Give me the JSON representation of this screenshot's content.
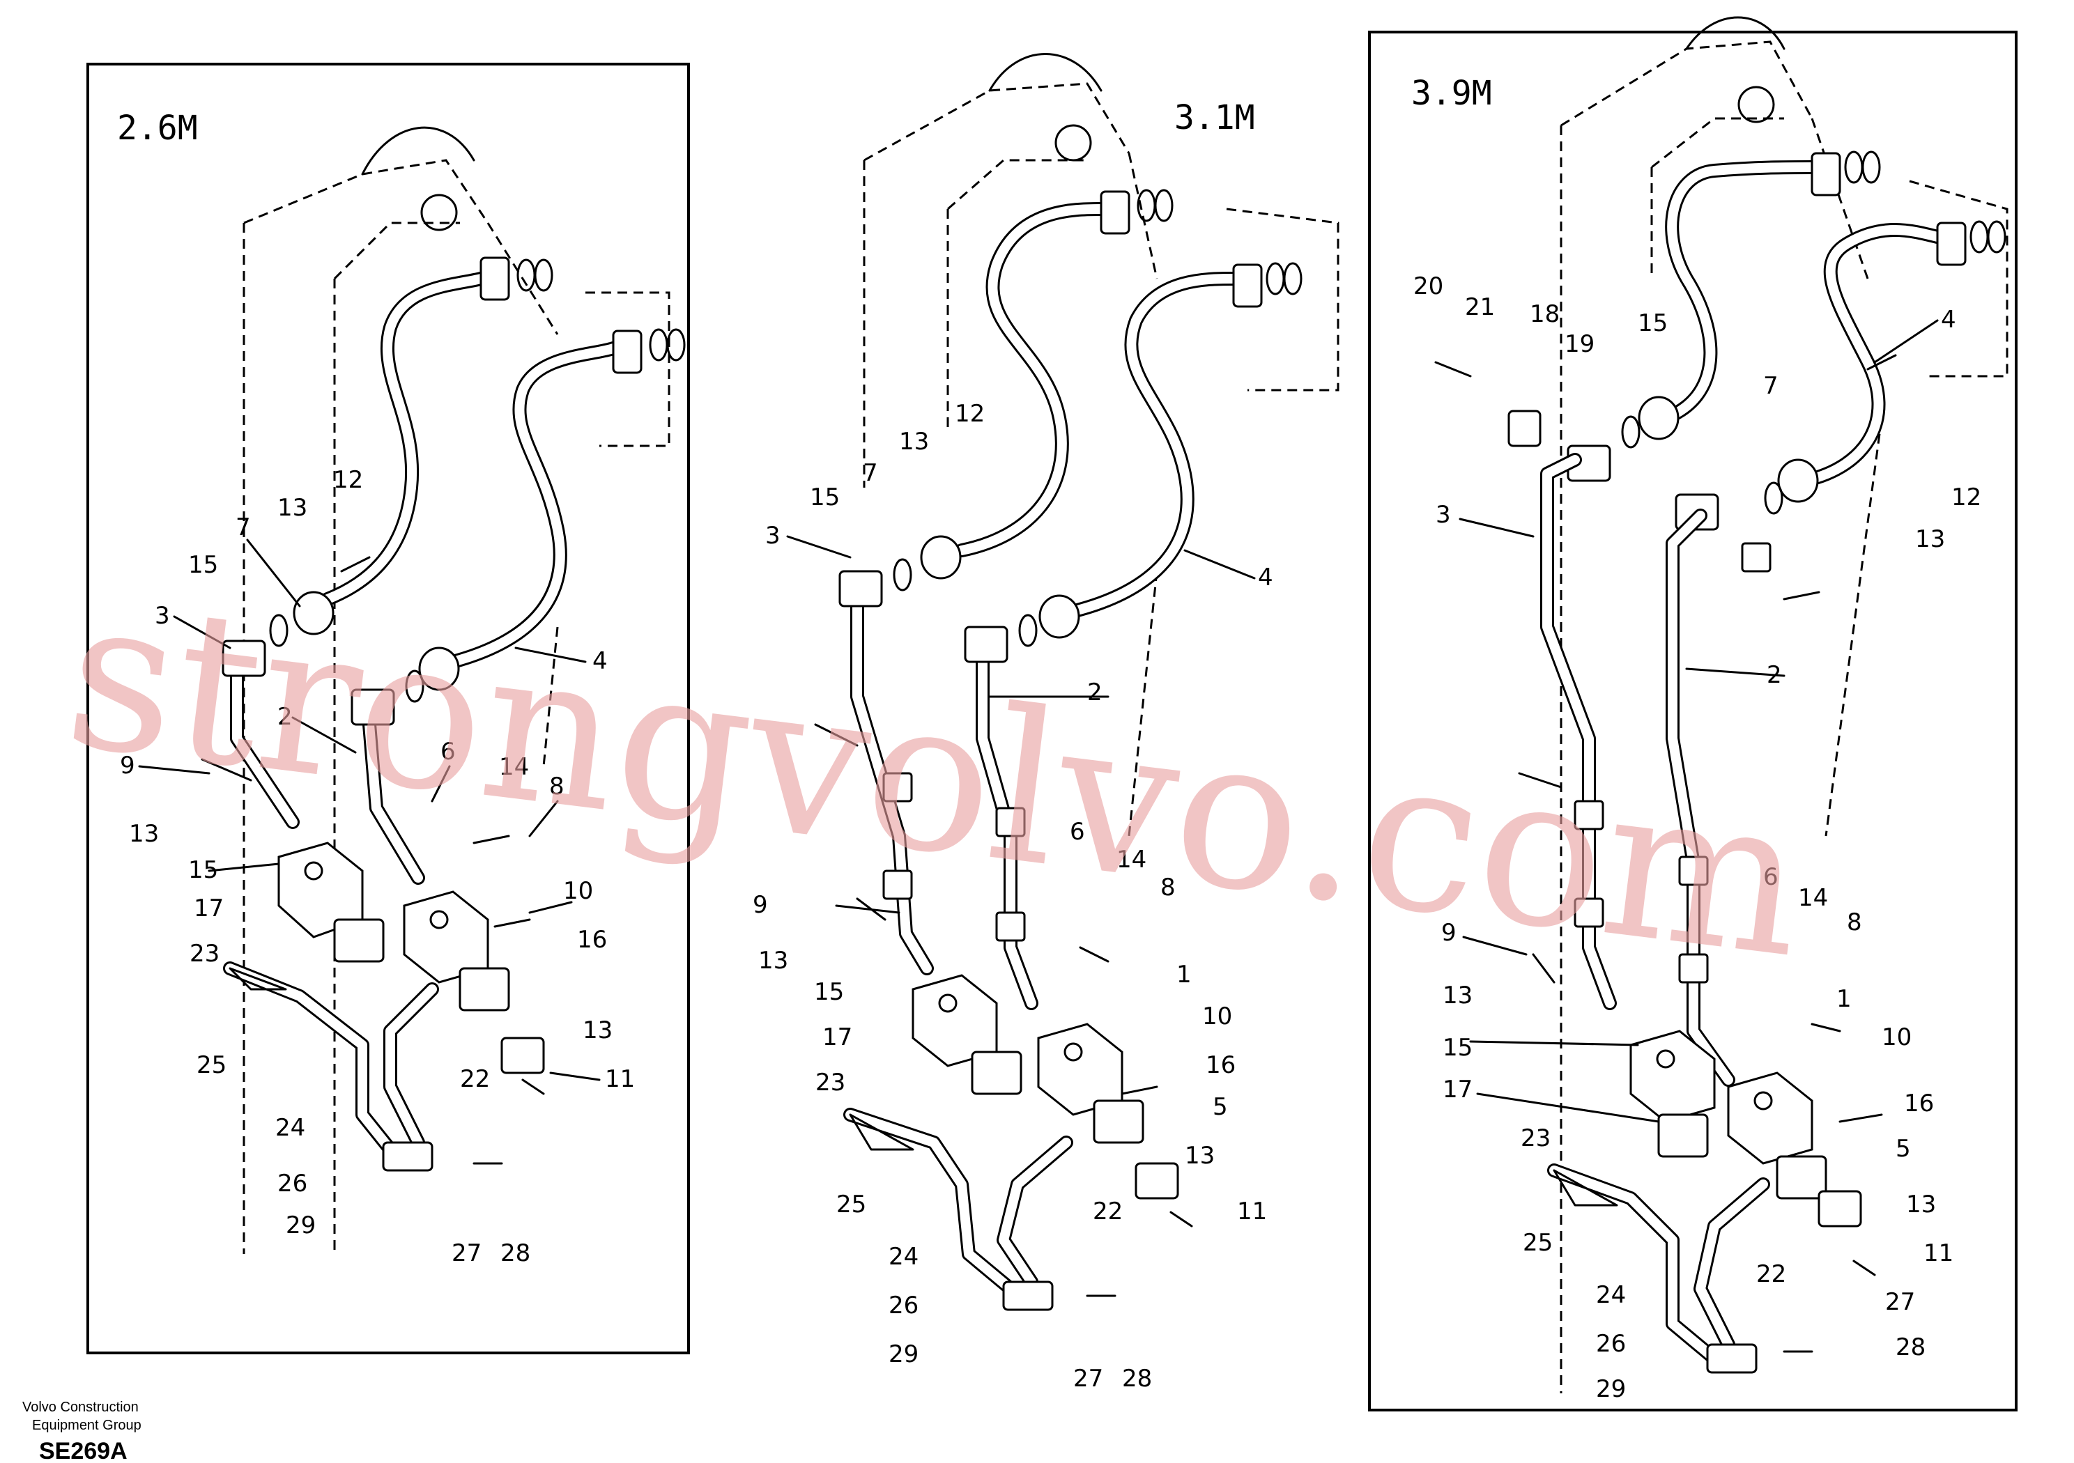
{
  "panels": [
    {
      "title": "2.6M",
      "labels": [
        "2",
        "3",
        "4",
        "6",
        "7",
        "8",
        "9",
        "10",
        "11",
        "12",
        "13",
        "13",
        "13",
        "14",
        "15",
        "15",
        "16",
        "17",
        "22",
        "23",
        "24",
        "25",
        "26",
        "27",
        "28",
        "29"
      ]
    },
    {
      "title": "3.1M",
      "labels": [
        "1",
        "2",
        "3",
        "4",
        "5",
        "6",
        "7",
        "8",
        "9",
        "10",
        "11",
        "12",
        "13",
        "13",
        "13",
        "14",
        "15",
        "15",
        "16",
        "17",
        "22",
        "23",
        "24",
        "25",
        "26",
        "27",
        "28",
        "29"
      ]
    },
    {
      "title": "3.9M",
      "labels": [
        "1",
        "2",
        "3",
        "4",
        "5",
        "6",
        "7",
        "8",
        "9",
        "10",
        "11",
        "12",
        "13",
        "13",
        "13",
        "14",
        "15",
        "15",
        "16",
        "17",
        "18",
        "19",
        "20",
        "21",
        "22",
        "23",
        "24",
        "25",
        "26",
        "27",
        "28",
        "29"
      ]
    }
  ],
  "watermark": "strongvolvo.com",
  "footer": {
    "company_line1": "Volvo Construction",
    "company_line2": "Equipment Group",
    "code": "SE269A"
  }
}
